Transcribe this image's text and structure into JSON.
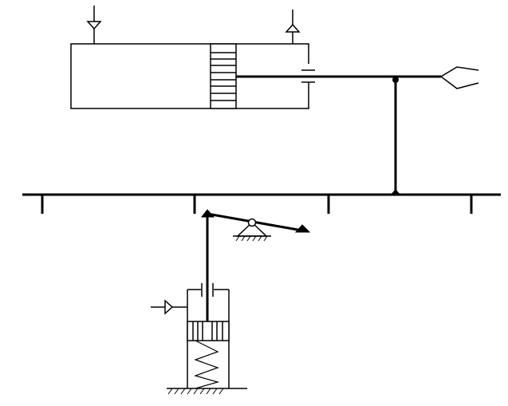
{
  "diagram": {
    "kind": "pneumatic-mechanism-schematic",
    "line_color": "#000000",
    "background": "#ffffff",
    "components": [
      {
        "name": "upper-cylinder",
        "parts": [
          "body",
          "piston",
          "piston-rod",
          "rod-seal"
        ]
      },
      {
        "name": "upper-inlet-port",
        "flow": "in"
      },
      {
        "name": "upper-exhaust-port",
        "flow": "out"
      },
      {
        "name": "gripper-jaw"
      },
      {
        "name": "vertical-post"
      },
      {
        "name": "horizontal-rail",
        "support_count": 4
      },
      {
        "name": "lever-arm",
        "pivot": "fixed-triangle-support"
      },
      {
        "name": "lower-cylinder",
        "parts": [
          "body",
          "piston",
          "spring",
          "rod",
          "ground"
        ]
      },
      {
        "name": "lower-inlet-port",
        "flow": "in"
      }
    ]
  }
}
